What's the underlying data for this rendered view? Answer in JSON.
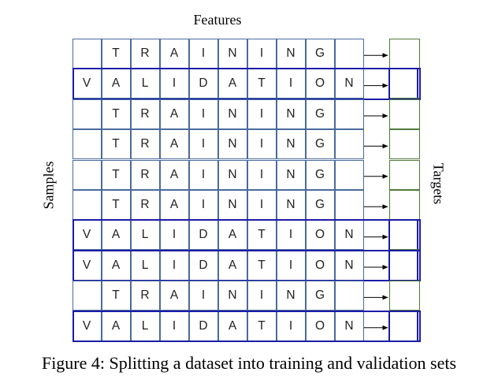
{
  "features_label": "Features",
  "samples_label": "Samples",
  "targets_label": "Targets",
  "caption": "Figure 4: Splitting a dataset into training and validation sets",
  "rows": [
    {
      "type": "training",
      "letters": [
        "",
        "T",
        "R",
        "A",
        "I",
        "N",
        "I",
        "N",
        "G",
        ""
      ]
    },
    {
      "type": "validation",
      "letters": [
        "V",
        "A",
        "L",
        "I",
        "D",
        "A",
        "T",
        "I",
        "O",
        "N"
      ]
    },
    {
      "type": "training",
      "letters": [
        "",
        "T",
        "R",
        "A",
        "I",
        "N",
        "I",
        "N",
        "G",
        ""
      ]
    },
    {
      "type": "training",
      "letters": [
        "",
        "T",
        "R",
        "A",
        "I",
        "N",
        "I",
        "N",
        "G",
        ""
      ]
    },
    {
      "type": "training",
      "letters": [
        "",
        "T",
        "R",
        "A",
        "I",
        "N",
        "I",
        "N",
        "G",
        ""
      ]
    },
    {
      "type": "training",
      "letters": [
        "",
        "T",
        "R",
        "A",
        "I",
        "N",
        "I",
        "N",
        "G",
        ""
      ]
    },
    {
      "type": "validation",
      "letters": [
        "V",
        "A",
        "L",
        "I",
        "D",
        "A",
        "T",
        "I",
        "O",
        "N"
      ]
    },
    {
      "type": "validation",
      "letters": [
        "V",
        "A",
        "L",
        "I",
        "D",
        "A",
        "T",
        "I",
        "O",
        "N"
      ]
    },
    {
      "type": "training",
      "letters": [
        "",
        "T",
        "R",
        "A",
        "I",
        "N",
        "I",
        "N",
        "G",
        ""
      ]
    },
    {
      "type": "validation",
      "letters": [
        "V",
        "A",
        "L",
        "I",
        "D",
        "A",
        "T",
        "I",
        "O",
        "N"
      ]
    }
  ],
  "colors": {
    "grid_border": "#4a6a9c",
    "target_border": "#4f7a3a",
    "validation_outline": "#1c1ca8",
    "arrow": "#000000"
  }
}
